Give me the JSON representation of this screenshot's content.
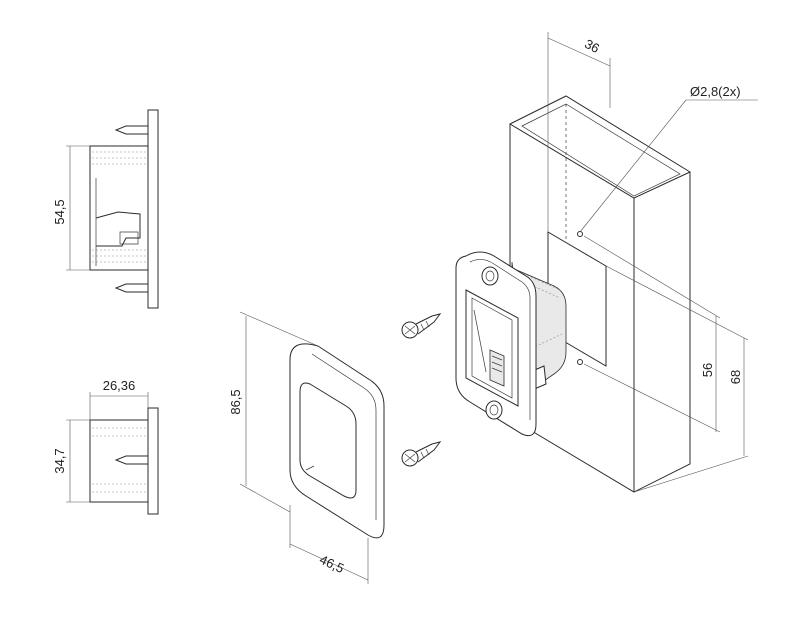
{
  "dimensions": {
    "side_height": "54,5",
    "top_depth": "26,36",
    "top_height": "34,7",
    "plate_height": "86,5",
    "plate_width": "46,5",
    "box_depth": "36",
    "hole_spec": "Ø2,8(2x)",
    "hole_spacing": "56",
    "box_height": "68"
  }
}
